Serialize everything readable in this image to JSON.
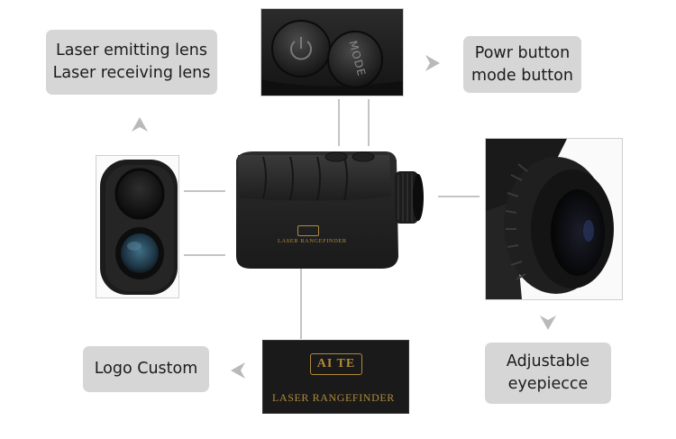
{
  "callouts": {
    "lens": {
      "line1": "Laser emitting lens",
      "line2": "Laser receiving lens"
    },
    "buttons": {
      "line1": "Powr button",
      "line2": "mode button"
    },
    "eyepiece": {
      "line1": "Adjustable",
      "line2": "eyepiecce"
    },
    "logo": {
      "line1": "Logo Custom"
    }
  },
  "product": {
    "brand": "AI TE",
    "model": "LASER RANGEFINDER",
    "mode_button_label": "MODE"
  },
  "colors": {
    "label_bg": "#d6d6d6",
    "connector": "#c4c4c4",
    "arrow": "#b9b9b9",
    "body": "#262626",
    "gold": "#b08a3a"
  },
  "icons": {
    "power_symbol": "power-icon",
    "direction_arrows": "chevron-icon"
  }
}
